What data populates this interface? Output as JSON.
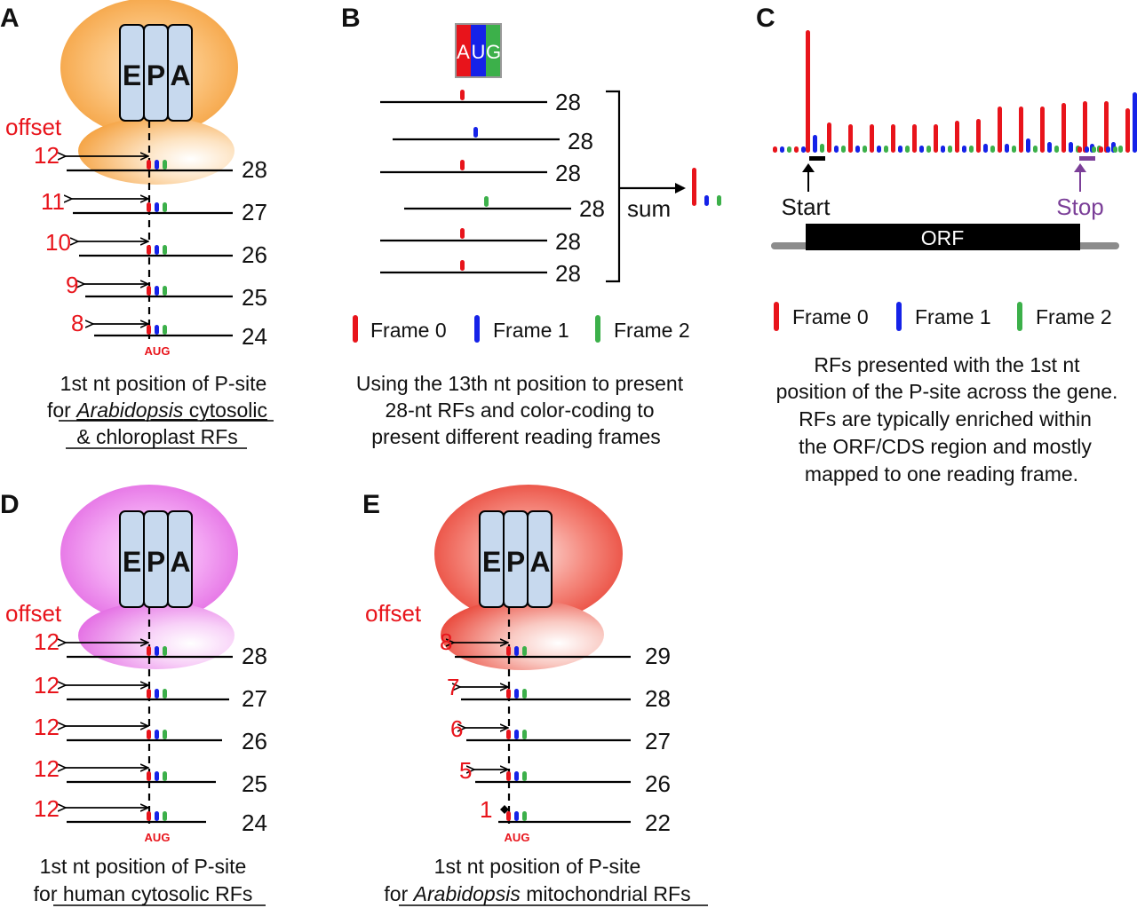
{
  "colors": {
    "frame0": "#e8141b",
    "frame1": "#1522e8",
    "frame2": "#3cb04a",
    "offset": "#e8141b",
    "stop": "#7b3f98",
    "orf": "#000000"
  },
  "panelA": {
    "label": "A",
    "sites": [
      "E",
      "P",
      "A"
    ],
    "offset_label": "offset",
    "reads": [
      {
        "offset": "12",
        "length": "28"
      },
      {
        "offset": "11",
        "length": "27"
      },
      {
        "offset": "10",
        "length": "26"
      },
      {
        "offset": "9",
        "length": "25"
      },
      {
        "offset": "8",
        "length": "24"
      }
    ],
    "aug": "AUG",
    "caption_1": "1st nt position of P-site",
    "caption_2_pre": "for ",
    "caption_2_italic": "Arabidopsis",
    "caption_2_post": " cytosolic",
    "caption_3": "& chloroplast RFs"
  },
  "panelB": {
    "label": "B",
    "codon": [
      "A",
      "U",
      "G"
    ],
    "read_lengths": [
      "28",
      "28",
      "28",
      "28",
      "28",
      "28"
    ],
    "sum_label": "sum",
    "legend": [
      "Frame 0",
      "Frame 1",
      "Frame 2"
    ],
    "caption": [
      "Using the 13th nt position to present",
      "28-nt RFs and color-coding to",
      "present different reading frames"
    ]
  },
  "panelC": {
    "label": "C",
    "start_label": "Start",
    "stop_label": "Stop",
    "orf_label": "ORF",
    "legend": [
      "Frame 0",
      "Frame 1",
      "Frame 2"
    ],
    "caption": [
      "RFs presented with the 1st nt",
      "position of the P-site across the gene.",
      "RFs are typically enriched within",
      "the ORF/CDS region and mostly",
      "mapped to one reading frame."
    ]
  },
  "panelD": {
    "label": "D",
    "sites": [
      "E",
      "P",
      "A"
    ],
    "offset_label": "offset",
    "reads": [
      {
        "offset": "12",
        "length": "28"
      },
      {
        "offset": "12",
        "length": "27"
      },
      {
        "offset": "12",
        "length": "26"
      },
      {
        "offset": "12",
        "length": "25"
      },
      {
        "offset": "12",
        "length": "24"
      }
    ],
    "aug": "AUG",
    "caption_1": "1st nt position of P-site",
    "caption_2_pre": "for ",
    "caption_2_underlined": "human cytosolic RFs"
  },
  "panelE": {
    "label": "E",
    "sites": [
      "E",
      "P",
      "A"
    ],
    "offset_label": "offset",
    "reads": [
      {
        "offset": "8",
        "length": "29"
      },
      {
        "offset": "7",
        "length": "28"
      },
      {
        "offset": "6",
        "length": "27"
      },
      {
        "offset": "5",
        "length": "26"
      },
      {
        "offset": "1",
        "length": "22"
      }
    ],
    "aug": "AUG",
    "caption_1": "1st nt position of P-site",
    "caption_2_pre": "for ",
    "caption_2_italic": "Arabidopsis",
    "caption_2_post": " mitochondrial RFs"
  }
}
